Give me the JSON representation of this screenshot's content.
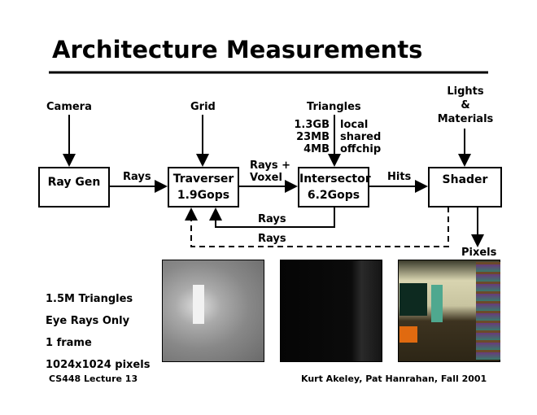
{
  "title": "Architecture Measurements",
  "inputs": {
    "camera": "Camera",
    "grid": "Grid",
    "triangles": "Triangles",
    "lights": [
      "Lights",
      "&",
      "Materials"
    ]
  },
  "memory": {
    "sizes": [
      "1.3GB",
      "23MB",
      "4MB"
    ],
    "levels": [
      "local",
      "shared",
      "offchip"
    ]
  },
  "boxes": {
    "raygen": "Ray Gen",
    "traverser": "Traverser",
    "traverser_rate": "1.9Gops",
    "intersector": "Intersector",
    "intersector_rate": "6.2Gops",
    "shader": "Shader"
  },
  "edges": {
    "rays": "Rays",
    "rays_voxel": [
      "Rays +",
      "Voxel"
    ],
    "hits": "Hits",
    "rays_back": "Rays",
    "rays_shader": "Rays",
    "pixels": "Pixels"
  },
  "stats": [
    "1.5M Triangles",
    "Eye Rays Only",
    "1 frame",
    "1024x1024 pixels"
  ],
  "footer": {
    "left": "CS448 Lecture 13",
    "right": "Kurt Akeley, Pat Hanrahan, Fall 2001"
  }
}
